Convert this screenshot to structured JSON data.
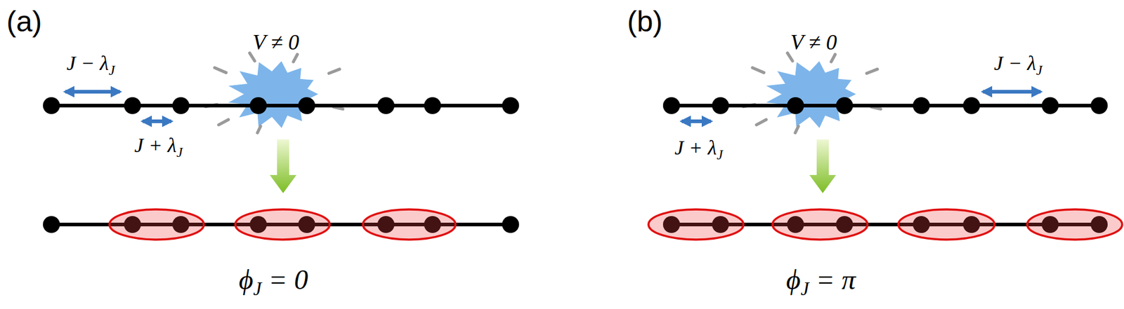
{
  "diagram": {
    "labels": [
      "(a)",
      "J − λJ",
      "J + λJ",
      "V ≠ 0",
      "ϕJ = 0",
      "(b)",
      "V ≠ 0",
      "J − λJ",
      "J + λJ",
      "ϕJ = π"
    ]
  }
}
